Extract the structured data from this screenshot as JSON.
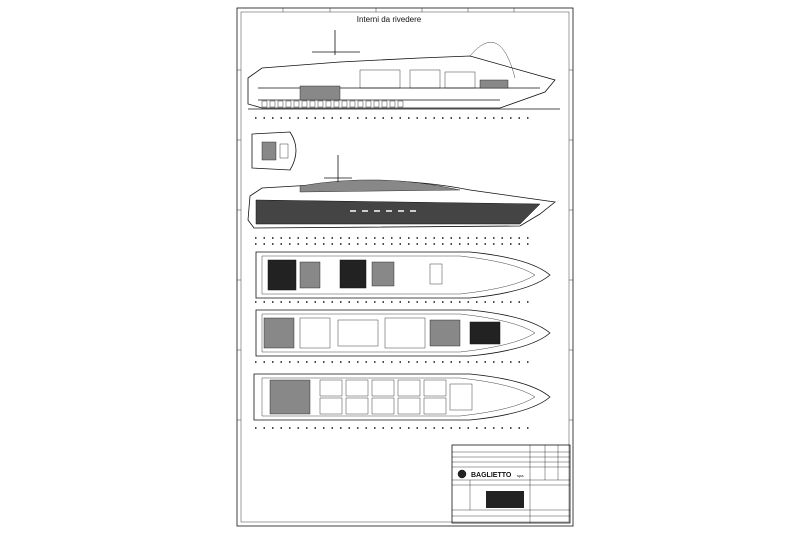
{
  "drawing": {
    "title": "Interni da rivedere",
    "views": [
      "profile-section",
      "sundeck-plan",
      "exterior-profile",
      "upper-deck-plan",
      "main-deck-plan",
      "lower-deck-plan"
    ]
  },
  "title_block": {
    "logo_text": "BAGLIETTO",
    "logo_suffix": "spa"
  },
  "colors": {
    "line": "#111111",
    "background": "#ffffff",
    "dark_fill": "#222222"
  }
}
